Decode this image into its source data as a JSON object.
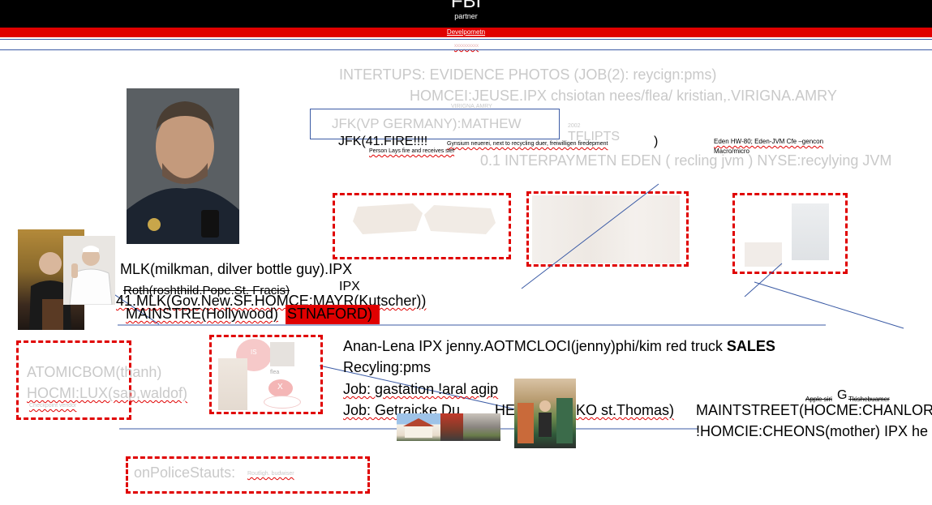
{
  "header": {
    "title": "FBI",
    "subtitle": "partner",
    "bar_label": "Develpometn",
    "tiny_under": "xxxxxxxxxx"
  },
  "faded_top": {
    "line1": "INTERTUPS: EVIDENCE PHOTOS (JOB(2): reycign:pms)",
    "line2": "HOMCEI:JEUSE.IPX chsiotan nees/flea/   kristian,.VIRIGNA.AMRY",
    "tiny1": "VIRIGNA.AMRY",
    "tiny2": "2002",
    "tiny3": "TFLIPTS",
    "line3": "0.1 INTERPAYMETN EDEN ( recling jvm ) NYSE:recylying JVM"
  },
  "jfk_box": "JFK(VP GERMANY):MATHEW",
  "jfk_fire": "JFK(41.FIRE!!!!",
  "jfk_note1": "Gynsium neuerei, next to recycling duer, freiwilligen firedepment",
  "jfk_note2": "Person Lays fire and receives slef",
  "jfk_close": ")",
  "eden_note": {
    "line1": "Eden HW-80; Eden-JVM Cfe –gencon",
    "line2": "Macro/micro"
  },
  "mlk": {
    "line1": "MLK(milkman, dilver bottle guy).IPX",
    "ipx": "IPX",
    "roth": "Roth(roshthild.Pope.St. Fracis)",
    "line2": "41.MLK(Gov.New.SF.HOMCE:MAYR(Kutscher))",
    "line3": "MAINSTRE(Hollywood)",
    "stanford": "STNAFORD)"
  },
  "atomic": {
    "line1": "ATOMICBOM(thanh)",
    "line2": "HOCMI:LUX(sap,waldof)",
    "tiny": "Checkpoint vendor"
  },
  "center_box": {
    "label_a": "IS",
    "label_b": "flea",
    "label_x": "X"
  },
  "anan": {
    "line1": "Anan-Lena IPX jenny.AOTMCLOCI(jenny)phi/kim red truck",
    "sales": "SALES",
    "line2": "Recyling:pms",
    "line3": "Job: gastation  !aral agip",
    "line4": "Job: Getraicke Du",
    "line4b": "HE",
    "line4c": "KO st.Thomas)"
  },
  "right_bottom": {
    "apple": "Apple siri",
    "g": "G",
    "kische": "Tkishebuamer",
    "line1": "MAINTSTREET(HOCME:CHANLOR",
    "line2": "!HOMCIE:CHEONS(mother) IPX he"
  },
  "police": {
    "label": "onPoliceStauts:",
    "tiny": "Routligh. budwiser"
  },
  "colors": {
    "header_bg": "#000000",
    "accent_red": "#e00000",
    "line_blue": "#3b5ba5",
    "ghost_text": "#c9c9c9"
  }
}
